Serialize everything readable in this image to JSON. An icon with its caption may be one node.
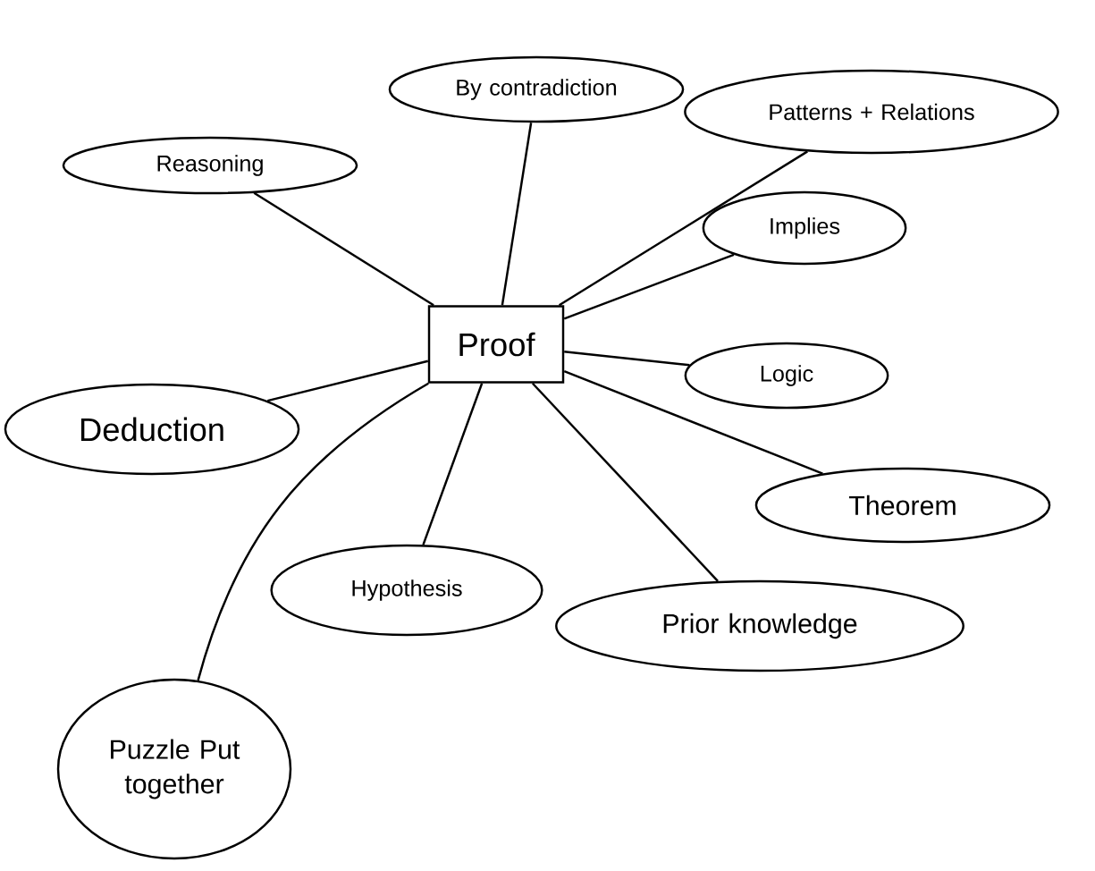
{
  "diagram": {
    "nodes": [
      {
        "text": [
          "Proof"
        ]
      },
      {
        "text": [
          "By contradiction"
        ]
      },
      {
        "text": [
          "Patterns + Relations"
        ]
      },
      {
        "text": [
          "Reasoning"
        ]
      },
      {
        "text": [
          "Implies"
        ]
      },
      {
        "text": [
          "Logic"
        ]
      },
      {
        "text": [
          "Deduction"
        ]
      },
      {
        "text": [
          "Theorem"
        ]
      },
      {
        "text": [
          "Hypothesis"
        ]
      },
      {
        "text": [
          "Prior knowledge"
        ]
      },
      {
        "text": [
          "Puzzle Put together"
        ]
      }
    ],
    "edges": [
      {
        "from": 0,
        "to": 1,
        "arrow": "none"
      },
      {
        "from": 0,
        "to": 2,
        "arrow": "none"
      },
      {
        "from": 0,
        "to": 3,
        "arrow": "none"
      },
      {
        "from": 0,
        "to": 4,
        "arrow": "none"
      },
      {
        "from": 0,
        "to": 5,
        "arrow": "none"
      },
      {
        "from": 0,
        "to": 6,
        "arrow": "none"
      },
      {
        "from": 0,
        "to": 7,
        "arrow": "none"
      },
      {
        "from": 0,
        "to": 8,
        "arrow": "none"
      },
      {
        "from": 0,
        "to": 9,
        "arrow": "none"
      },
      {
        "from": 0,
        "to": 10,
        "arrow": "none"
      }
    ]
  }
}
